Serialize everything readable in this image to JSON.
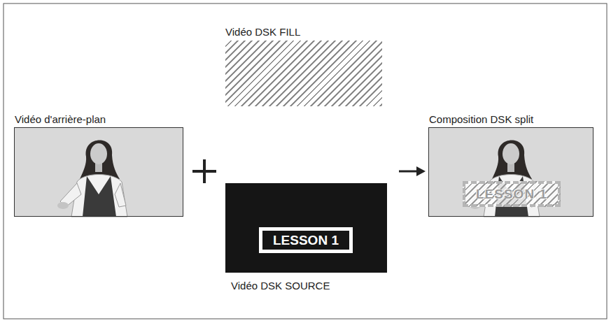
{
  "diagram": {
    "nodes": [
      {
        "text": [
          "Vidéo d'arrière-plan"
        ]
      },
      {
        "text": [
          "Vidéo DSK FILL"
        ]
      },
      {
        "text": [
          "Vidéo DSK SOURCE"
        ]
      },
      {
        "text": [
          "LESSON 1"
        ],
        "in": 2
      },
      {
        "text": [
          "Composition DSK split"
        ]
      },
      {
        "text": [
          "LESSON 1"
        ],
        "in": 4
      }
    ]
  }
}
